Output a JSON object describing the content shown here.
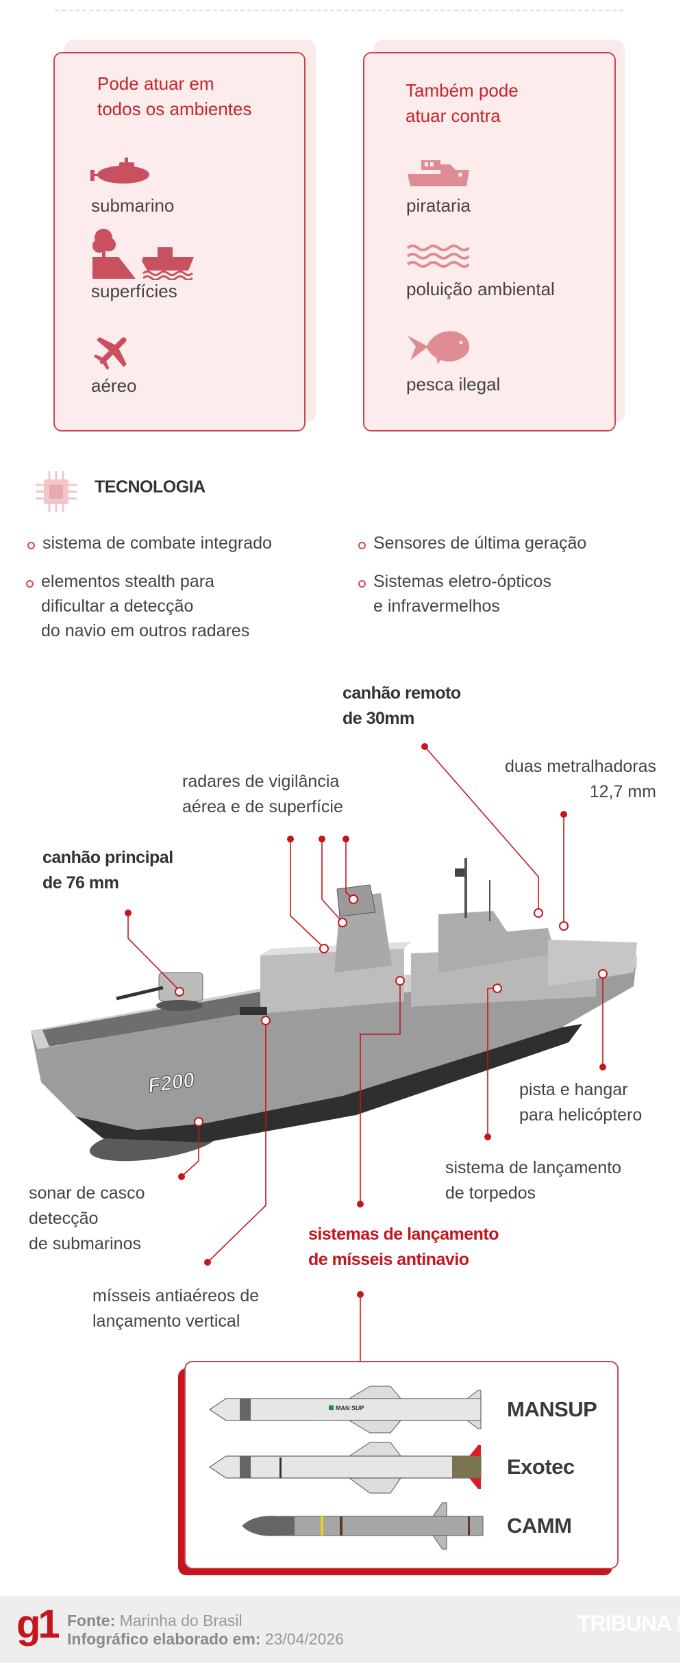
{
  "environments": {
    "title": [
      "Pode atuar em",
      "todos os ambientes"
    ],
    "items": [
      {
        "label": "submarino",
        "icon": "submarine-icon"
      },
      {
        "label": "superfícies",
        "icon": "land-and-ship-icon"
      },
      {
        "label": "aéreo",
        "icon": "airplane-icon"
      }
    ]
  },
  "threats": {
    "title": [
      "Também pode",
      "atuar contra"
    ],
    "items": [
      {
        "label": "pirataria",
        "icon": "boat-icon"
      },
      {
        "label": "poluição ambiental",
        "icon": "waves-icon"
      },
      {
        "label": "pesca ilegal",
        "icon": "fish-icon"
      }
    ]
  },
  "technology": {
    "title": "TECNOLOGIA",
    "icon": "chip-icon",
    "bullets": [
      [
        "sistema de combate integrado"
      ],
      [
        "Sensores de última geração"
      ],
      [
        "elementos stealth para",
        "dificultar a detecção",
        "do navio em outros radares"
      ],
      [
        "Sistemas eletro-ópticos",
        "e infravermelhos"
      ]
    ]
  },
  "ship": {
    "hull_number": "F200",
    "callouts": {
      "remote_cannon": [
        "canhão remoto",
        "de 30mm"
      ],
      "machine_guns": [
        "duas metralhadoras",
        "12,7 mm"
      ],
      "radars": [
        "radares de vigilância",
        "aérea e de superfície"
      ],
      "main_cannon": [
        "canhão principal",
        "de 76 mm"
      ],
      "helicopter": [
        "pista e hangar",
        "para helicóptero"
      ],
      "torpedoes": [
        "sistema de lançamento",
        "de torpedos"
      ],
      "sonar": [
        "sonar de casco",
        "detecção",
        "de submarinos"
      ],
      "antiship": [
        "sistemas de lançamento",
        "de mísseis antinavio"
      ],
      "antiair": [
        "mísseis antiaéreos de",
        "lançamento vertical"
      ]
    }
  },
  "missiles": [
    {
      "name": "MANSUP",
      "marking": "MAN SUP"
    },
    {
      "name": "Exotec"
    },
    {
      "name": "CAMM"
    }
  ],
  "footer": {
    "logo": "g1",
    "source_label": "Fonte:",
    "source_value": "Marinha do Brasil",
    "date_label": "Infográfico elaborado em:",
    "date_value": "23/04/2026",
    "brand_bold": "TRIBUNA",
    "brand_light": "FOZ"
  },
  "colors": {
    "accent": "#c4161c",
    "icon_dark": "#c9505f",
    "icon_light": "#dc8c92",
    "card_bg": "#fcecec"
  }
}
